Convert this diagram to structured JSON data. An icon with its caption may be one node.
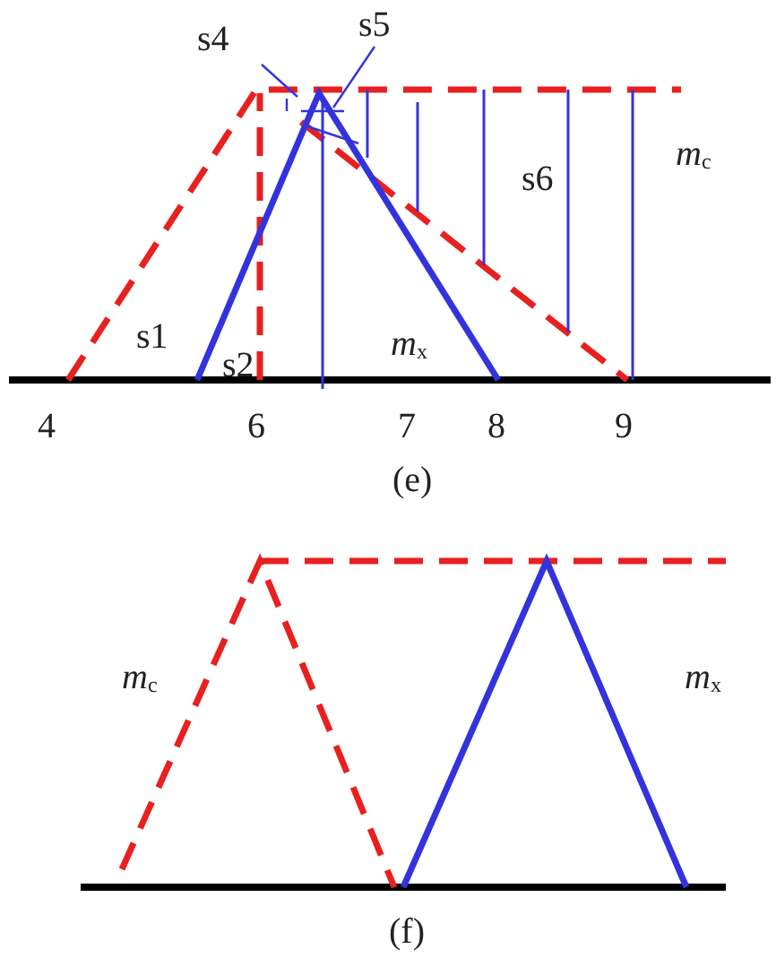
{
  "diagram": {
    "nodes": [
      {
        "text": [
          "s4"
        ]
      },
      {
        "text": [
          "s5"
        ]
      }
    ],
    "edges": [
      {
        "from": 0,
        "to": null,
        "arrow": "none"
      },
      {
        "from": 1,
        "to": null,
        "arrow": "none"
      }
    ],
    "labels": [
      "s6",
      "*m*$_{c}$",
      "s1",
      "s2",
      "*m*$_{x}$",
      "4",
      "6",
      "7",
      "8",
      "9",
      "(e)",
      "*m*$_{c}$",
      "*m*$_{x}$",
      "(f)"
    ]
  }
}
